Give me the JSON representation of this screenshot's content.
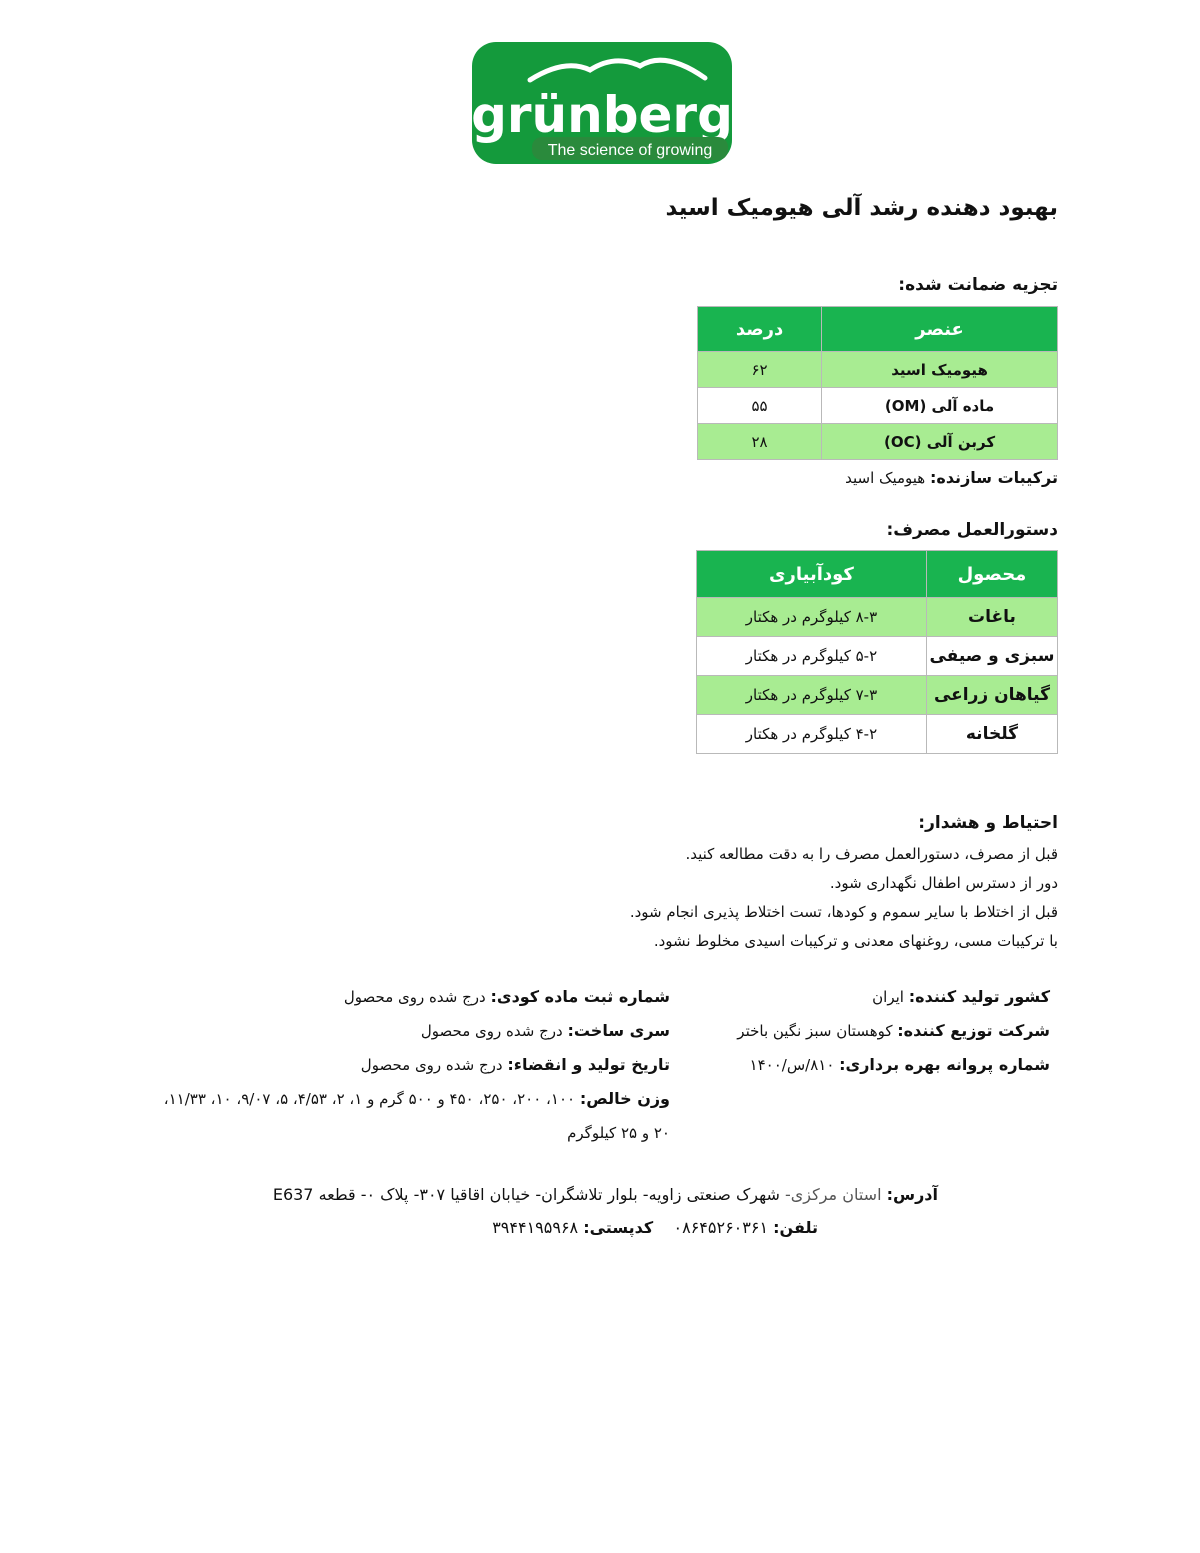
{
  "logo": {
    "brand": "grünberg",
    "tagline": "The science of growing",
    "colors": {
      "green": "#149a3c",
      "white": "#ffffff"
    }
  },
  "title": "بهبود دهنده رشد آلی هیومیک اسید",
  "analysis": {
    "heading": "تجزیه ضمانت شده:",
    "headers": {
      "element": "عنصر",
      "percent": "درصد"
    },
    "rows": [
      {
        "element": "هیومیک اسید",
        "percent": "۶۲"
      },
      {
        "element": "ماده آلی (OM)",
        "percent": "۵۵"
      },
      {
        "element": "کربن آلی (OC)",
        "percent": "۲۸"
      }
    ]
  },
  "ingredients": {
    "label": "ترکیبات سازنده:",
    "value": "هیومیک اسید"
  },
  "usage": {
    "heading": "دستورالعمل مصرف:",
    "headers": {
      "crop": "محصول",
      "fertigation": "کودآبیاری"
    },
    "rows": [
      {
        "crop": "باغات",
        "rate": "۸-۳ کیلوگرم در هکتار"
      },
      {
        "crop": "سبزی و صیفی",
        "rate": "۵-۲ کیلوگرم در هکتار"
      },
      {
        "crop": "گیاهان زراعی",
        "rate": "۷-۳ کیلوگرم در هکتار"
      },
      {
        "crop": "گلخانه",
        "rate": "۴-۲ کیلوگرم در هکتار"
      }
    ]
  },
  "warnings": {
    "heading": "احتیاط و هشدار:",
    "lines": [
      "قبل از مصرف، دستورالعمل مصرف را به دقت مطالعه کنید.",
      "دور از دسترس اطفال نگهداری شود.",
      "قبل از اختلاط با سایر سموم و کودها، تست اختلاط پذیری انجام شود.",
      "با ترکیبات مسی، روغنهای معدنی و ترکیبات اسیدی مخلوط نشود."
    ]
  },
  "info_right": {
    "country": {
      "label": "کشور تولید کننده:",
      "value": "ایران"
    },
    "distributor": {
      "label": "شرکت توزیع کننده:",
      "value": "کوهستان سبز نگین باختر"
    },
    "license": {
      "label": "شماره پروانه بهره برداری:",
      "value": "۸۱۰/س/۱۴۰۰"
    }
  },
  "info_left": {
    "registration": {
      "label": "شماره ثبت ماده کودی:",
      "value": "درج شده روی محصول"
    },
    "batch": {
      "label": "سری ساخت:",
      "value": "درج شده روی محصول"
    },
    "dates": {
      "label": "تاریخ تولید و انقضاء:",
      "value": "درج شده روی محصول"
    },
    "weight": {
      "label": "وزن خالص:",
      "value": "۱۰۰، ۲۰۰، ۲۵۰، ۴۵۰ و ۵۰۰ گرم و ۱، ۲، ۴/۵۳، ۵، ۹/۰۷، ۱۰، ۱۱/۳۳،",
      "value2": "۲۰ و ۲۵ کیلوگرم"
    }
  },
  "address": {
    "label": "آدرس:",
    "value_gray": "استان مرکزی-",
    "value": "شهرک صنعتی زاویه- بلوار تلاشگران- خیابان اقاقیا ۳۰۷- پلاک ۰- قطعه E637",
    "phone_label": "تلفن:",
    "phone": "۰۸۶۴۵۲۶۰۳۶۱",
    "postal_label": "کدپستی:",
    "postal": "۳۹۴۴۱۹۵۹۶۸"
  }
}
